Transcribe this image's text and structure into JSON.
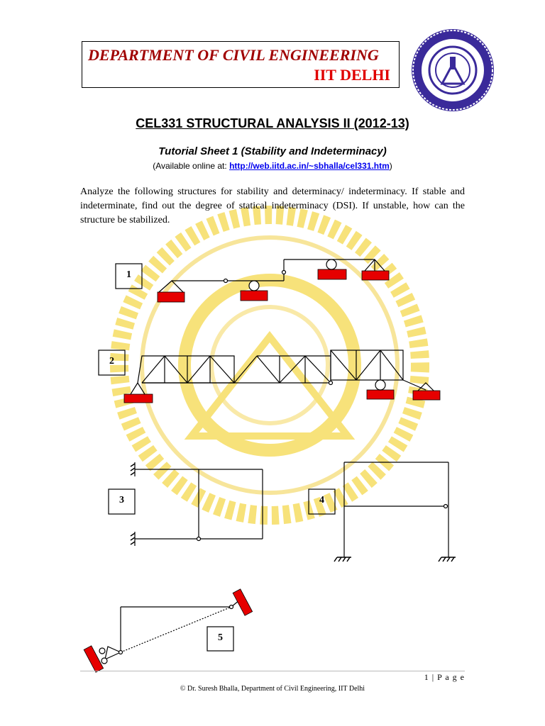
{
  "header": {
    "department": "DEPARTMENT OF CIVIL ENGINEERING",
    "institute": "IIT DELHI"
  },
  "course_title": "CEL331 STRUCTURAL ANALYSIS II (2012-13)",
  "tutorial_title": "Tutorial Sheet 1 (Stability and Indeterminacy)",
  "online": {
    "prefix": "(Available online at: ",
    "link": "http://web.iitd.ac.in/~sbhalla/cel331.htm",
    "suffix": ")"
  },
  "instructions": "Analyze the following structures for stability and determinacy/ indeterminacy. If stable and indeterminate, find out the degree of statical indeterminacy (DSI). If unstable, how can the structure be stabilized.",
  "problems": [
    "1",
    "2",
    "3",
    "4",
    "5"
  ],
  "footer": {
    "page_number": "1",
    "page_word": "P a g e",
    "copyright": "© Dr. Suresh Bhalla, Department of Civil Engineering, IIT Delhi"
  },
  "colors": {
    "header_dept": "#a00000",
    "header_inst": "#e00000",
    "support_fill": "#e00000",
    "watermark": "#f5d84a",
    "logo": "#3a2a9a",
    "link": "#0000ee"
  }
}
